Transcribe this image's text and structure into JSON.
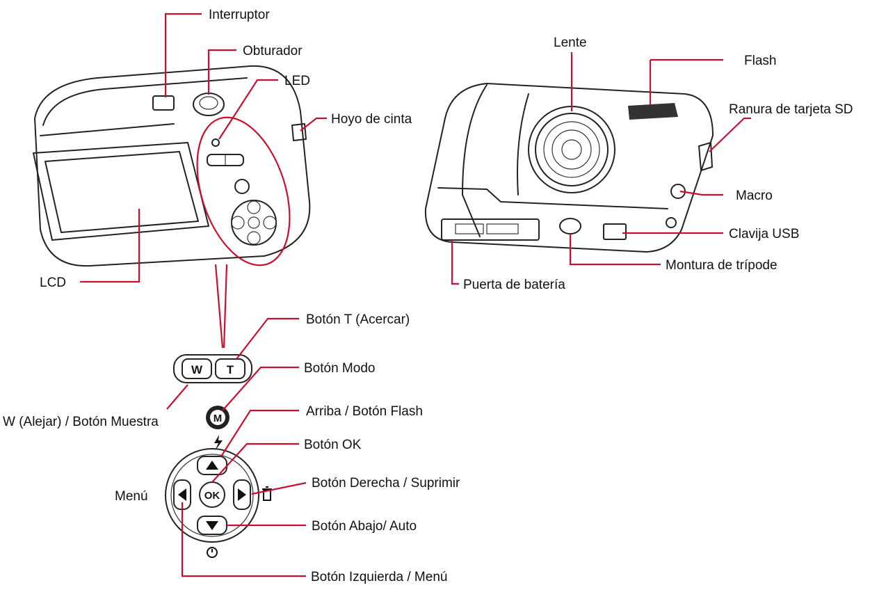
{
  "labels": {
    "interruptor": "Interruptor",
    "obturador": "Obturador",
    "led": "LED",
    "hoyo_de_cinta": "Hoyo de cinta",
    "lcd": "LCD",
    "lente": "Lente",
    "flash": "Flash",
    "ranura_sd": "Ranura de tarjeta SD",
    "macro": "Macro",
    "clavija_usb": "Clavija USB",
    "montura_tripode": "Montura de trípode",
    "puerta_bateria": "Puerta de batería",
    "boton_t": "Botón T (Acercar)",
    "boton_modo": "Botón Modo",
    "w_alejar": "W (Alejar) / Botón Muestra",
    "arriba_flash": "Arriba / Botón Flash",
    "boton_ok": "Botón OK",
    "derecha_suprimir": "Botón Derecha / Suprimir",
    "abajo_auto": "Botón Abajo/ Auto",
    "izquierda_menu": "Botón Izquierda / Menú",
    "menu": "Menú"
  },
  "buttons": {
    "w": "W",
    "t": "T",
    "m": "M",
    "ok": "OK"
  },
  "icons": {
    "flash": "lightning-icon",
    "delete": "trash-icon",
    "self_timer": "timer-icon",
    "up": "triangle-up-icon",
    "down": "triangle-down-icon",
    "left": "triangle-left-icon",
    "right": "triangle-right-icon"
  },
  "colors": {
    "leader": "#c8102e",
    "drawing": "#222222",
    "text": "#111111"
  }
}
